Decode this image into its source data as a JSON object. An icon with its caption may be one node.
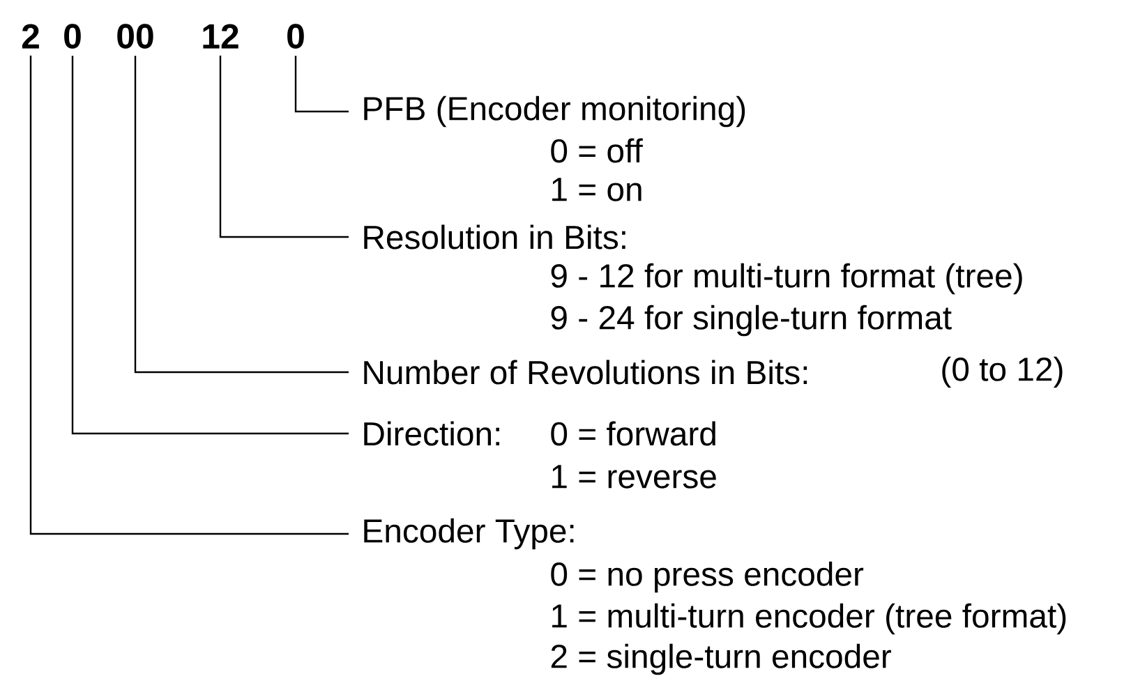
{
  "diagram": {
    "nodes": [
      {
        "text": [
          "2"
        ]
      },
      {
        "text": [
          "0"
        ]
      },
      {
        "text": [
          "00"
        ]
      },
      {
        "text": [
          "12"
        ]
      },
      {
        "text": [
          "0"
        ]
      },
      {
        "text": [
          "PFB (Encoder monitoring)",
          "0 =  off",
          "1 =  on"
        ]
      },
      {
        "text": [
          "Resolution in Bits:",
          "9 - 12 for multi-turn format (tree)",
          "9 - 24 for single-turn format"
        ]
      },
      {
        "text": [
          "Number of Revolutions in Bits:",
          "(0 to 12)"
        ]
      },
      {
        "text": [
          "Direction:",
          "0 = forward",
          "1 = reverse"
        ]
      },
      {
        "text": [
          "Encoder Type:",
          "0 = no press encoder",
          "1 = multi-turn encoder (tree format)",
          "2 = single-turn encoder"
        ]
      }
    ],
    "edges": [
      {
        "from": 4,
        "to": 5,
        "arrow": "none"
      },
      {
        "from": 3,
        "to": 6,
        "arrow": "none"
      },
      {
        "from": 2,
        "to": 7,
        "arrow": "none"
      },
      {
        "from": 1,
        "to": 8,
        "arrow": "none"
      },
      {
        "from": 0,
        "to": 9,
        "arrow": "none"
      }
    ]
  }
}
